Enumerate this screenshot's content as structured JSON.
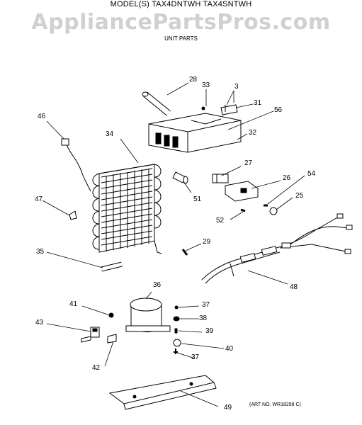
{
  "header": {
    "models": "MODEL(S) TAX4DNTWH  TAX4SNTWH",
    "watermark": "AppliancePartsPros.com",
    "section": "UNIT PARTS"
  },
  "footer": {
    "art_no": "(ART NO. WR18298 C)"
  },
  "callouts": [
    "28",
    "33",
    "3",
    "31",
    "56",
    "46",
    "34",
    "32",
    "27",
    "26",
    "54",
    "47",
    "51",
    "25",
    "52",
    "35",
    "29",
    "48",
    "36",
    "41",
    "37",
    "38",
    "43",
    "39",
    "40",
    "37",
    "42",
    "49"
  ]
}
